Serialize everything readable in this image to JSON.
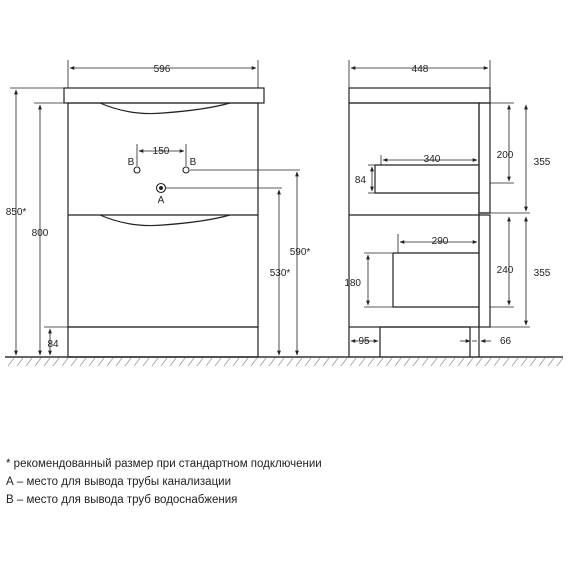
{
  "front_view": {
    "width_label": "596",
    "height_total_label": "850*",
    "height_body_label": "800",
    "plinth_label": "84",
    "pipe_spacing_label": "150",
    "pipe_b_left": "B",
    "pipe_b_right": "B",
    "pipe_a": "A",
    "height_b_label": "590*",
    "height_a_label": "530*"
  },
  "side_view": {
    "depth_label": "448",
    "upper_drawer_depth": "340",
    "upper_drawer_height": "84",
    "lower_drawer_depth": "290",
    "lower_drawer_height": "180",
    "upper_front_inner": "200",
    "upper_front_height": "355",
    "lower_front_inner": "240",
    "lower_front_height": "355",
    "plinth_setback_front": "95",
    "plinth_setback_back": "66"
  },
  "notes": [
    "* рекомендованный размер при стандартном подключении",
    "А – место для вывода трубы канализации",
    "В – место для вывода труб водоснабжения"
  ],
  "colors": {
    "line": "#222222",
    "ground": "#333333",
    "hatch": "#9a9a9a"
  }
}
